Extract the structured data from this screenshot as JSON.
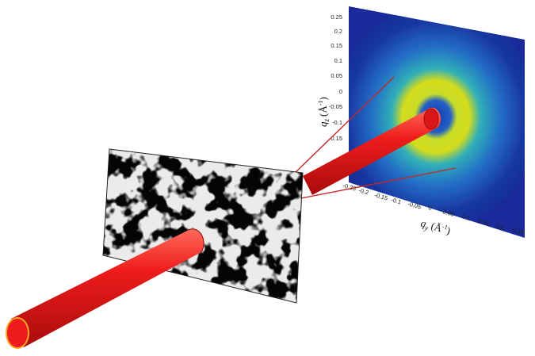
{
  "scattering_plot": {
    "qz_ticks": [
      "0.25",
      "0.2",
      "0.15",
      "0.1",
      "0.05",
      "0",
      "-0.05",
      "-0.1",
      "0.15"
    ],
    "qy_ticks": [
      "-0.25",
      "-0.2",
      "-0.15",
      "-0.1",
      "-0.05",
      "0",
      "0.05",
      "0.1",
      "0.15",
      "0.2",
      "0.25"
    ],
    "qz_label": "q",
    "qz_label_sub": "z",
    "qz_label_unit": "(Å",
    "qz_label_exp": "-1",
    "qz_label_close": ")",
    "qy_label": "q",
    "qy_label_sub": "y",
    "qy_label_unit": "(Å",
    "qy_label_exp": "-1",
    "qy_label_close": ")"
  },
  "colors": {
    "beam": "#ee1c1c",
    "beam_dark": "#b50f0f",
    "beam_edge": "#f5a623",
    "detector_bg": "#1c2fa8",
    "ring_yellow": "#e8f020",
    "ring_cyan": "#30c0e0",
    "sample_bg": "#050505"
  }
}
